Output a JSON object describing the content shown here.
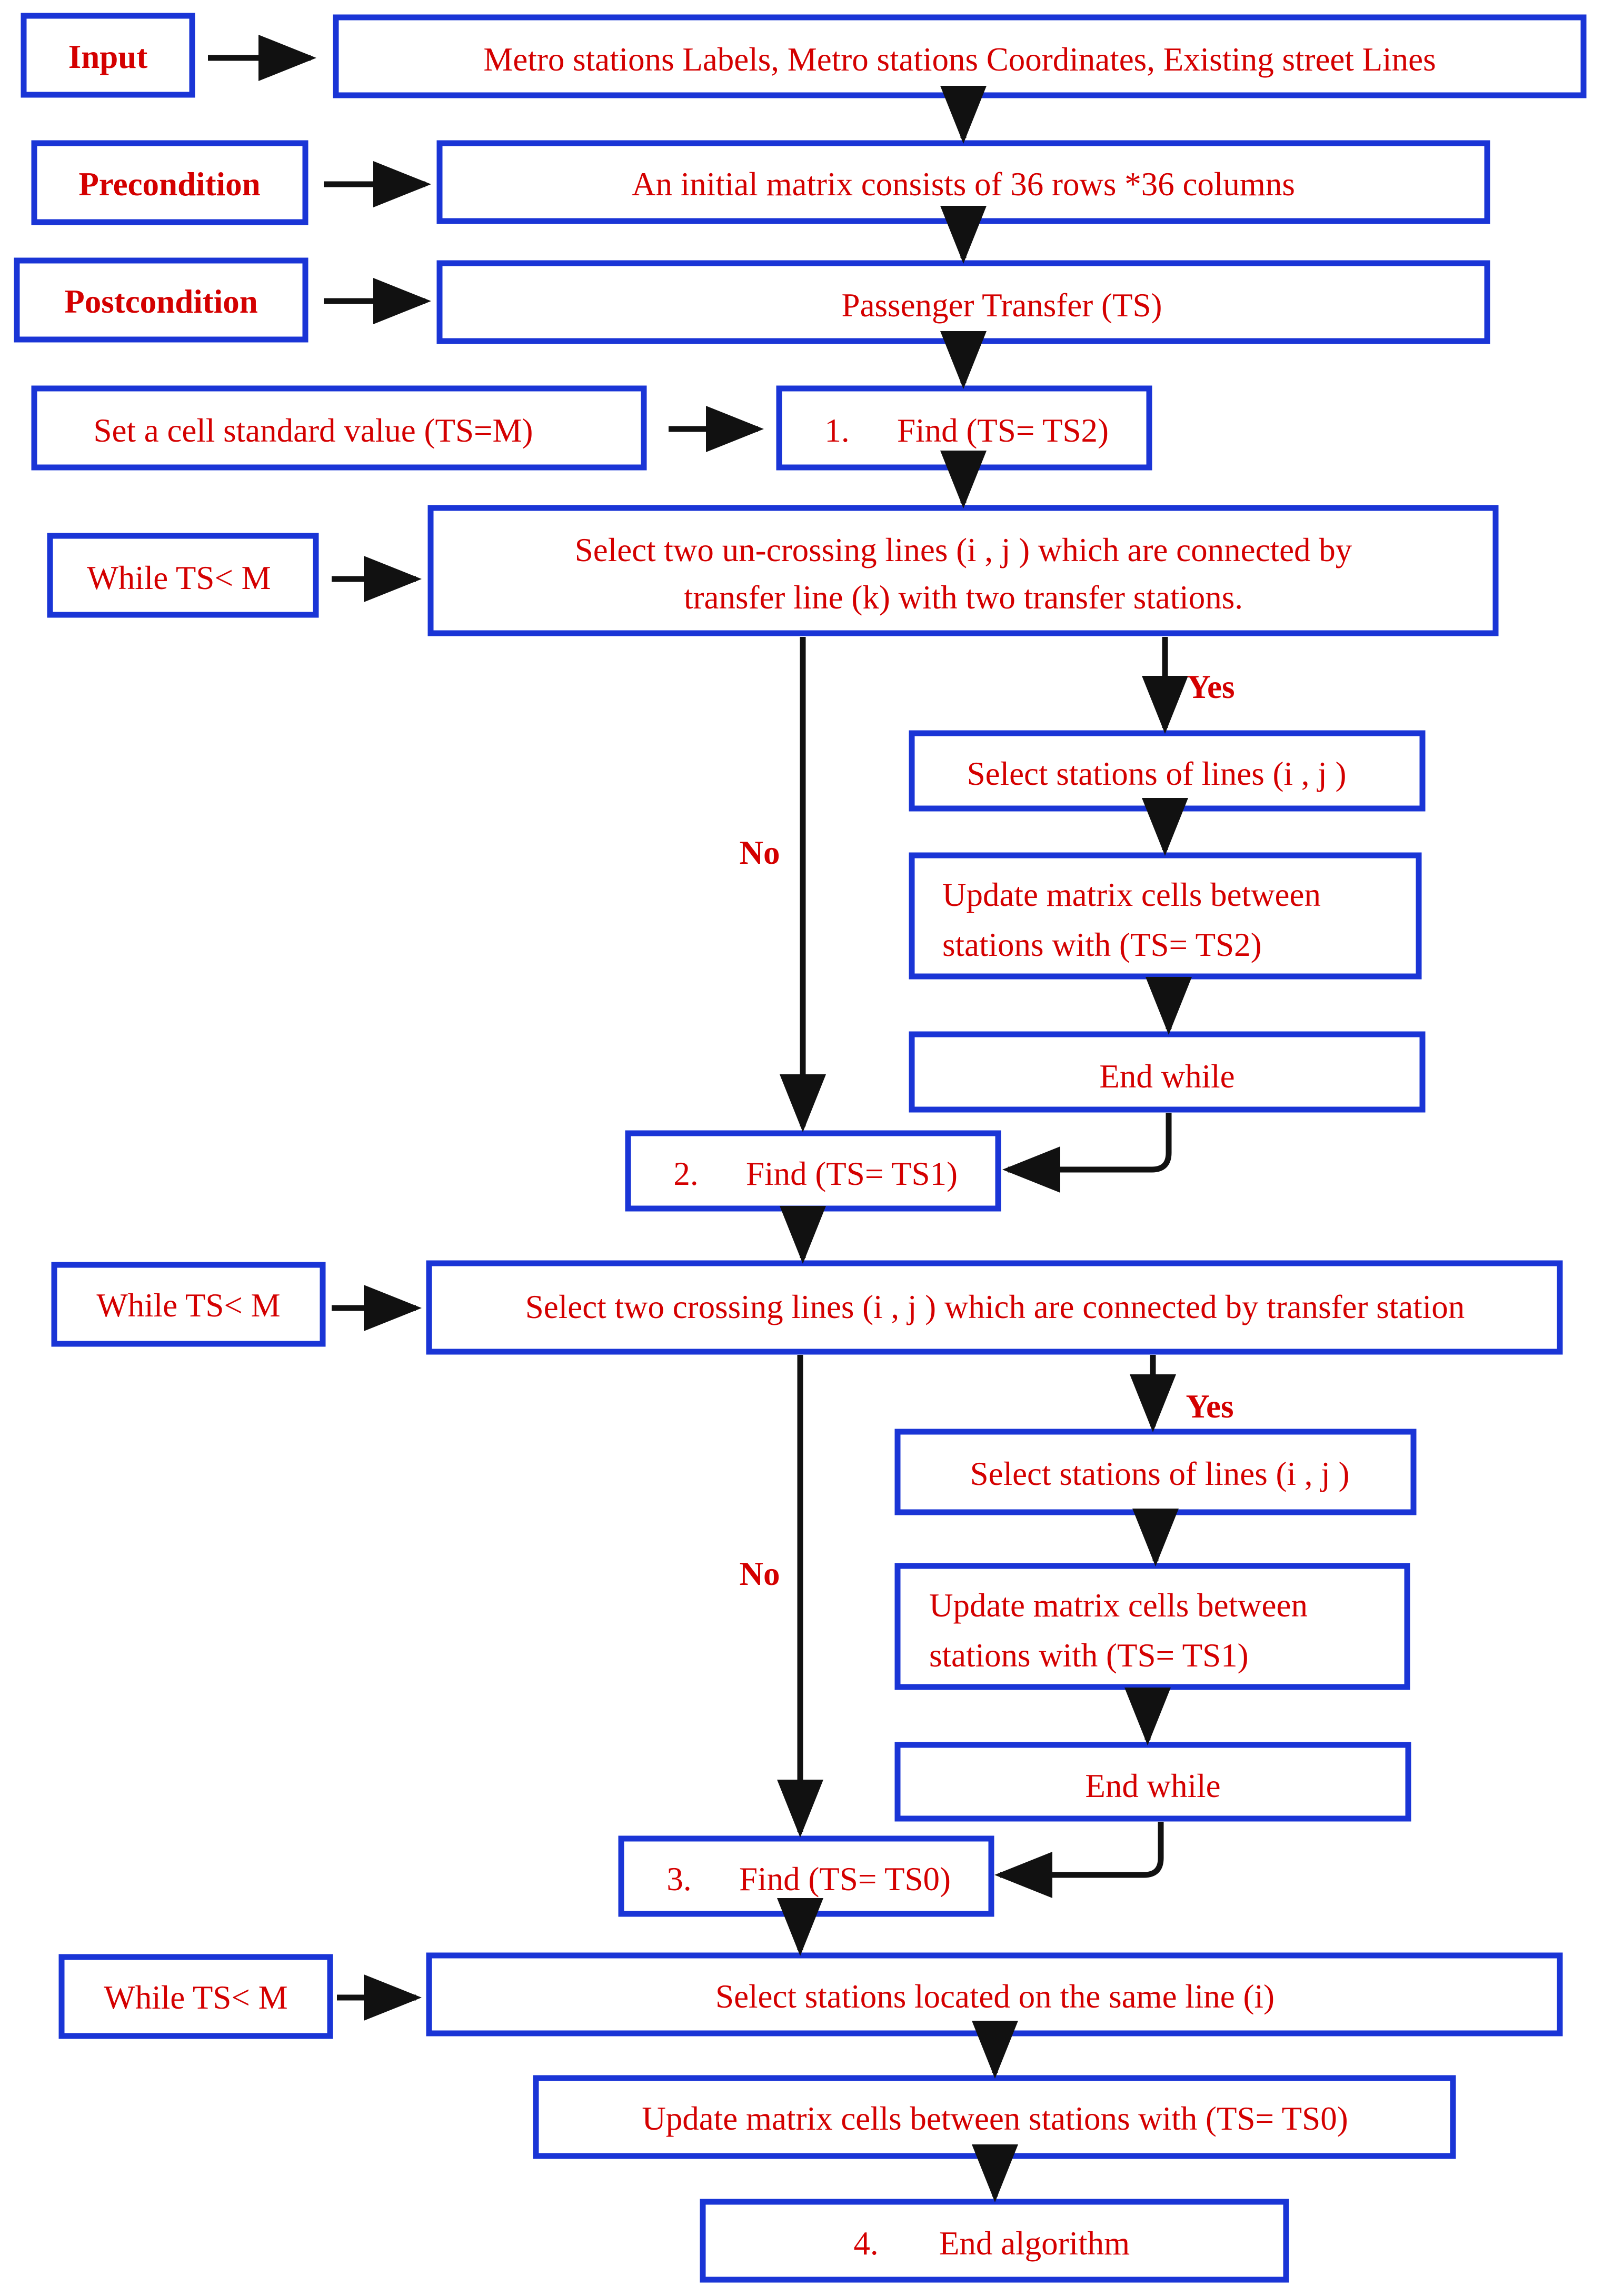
{
  "nodes": {
    "input_label": "Input",
    "input_box": "Metro stations Labels, Metro stations Coordinates, Existing street Lines",
    "precondition_label": "Precondition",
    "precondition_box": "An initial matrix consists of 36 rows *36 columns",
    "postcondition_label": "Postcondition",
    "postcondition_box": "Passenger Transfer (TS)",
    "standard_value": "Set a cell standard value (TS=M)",
    "find1_num": "1.",
    "find1": "Find (TS= TS2)",
    "while1": "While TS< M",
    "select_uncrossing_1": "Select two un-crossing lines (i , j ) which are connected by",
    "select_uncrossing_2": "transfer line (k) with two transfer stations.",
    "yes1": "Yes",
    "no1": "No",
    "select_stations_1": "Select stations of lines (i , j )",
    "update1_1": "Update matrix cells between",
    "update1_2": "stations with (TS= TS2)",
    "end_while_1": "End while",
    "find2_num": "2.",
    "find2": "Find (TS= TS1)",
    "while2": "While TS< M",
    "select_crossing": "Select two crossing lines (i , j ) which are connected by transfer station",
    "yes2": "Yes",
    "no2": "No",
    "select_stations_2": "Select stations of lines (i , j )",
    "update2_1": "Update matrix cells between",
    "update2_2": "stations with (TS= TS1)",
    "end_while_2": "End while",
    "find3_num": "3.",
    "find3": "Find (TS= TS0)",
    "while3": "While TS< M",
    "select_same_line": "Select stations located on the same line (i)",
    "update3": "Update matrix cells between stations with (TS= TS0)",
    "end_num": "4.",
    "end_algorithm": "End algorithm"
  },
  "colors": {
    "box_border": "#1a35d6",
    "text": "#d40000",
    "arrow": "#111111"
  }
}
